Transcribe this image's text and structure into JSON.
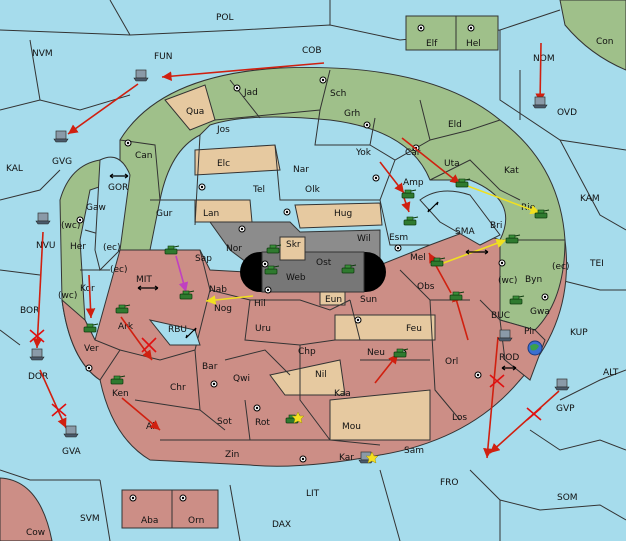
{
  "provinces": {
    "pol": "POL",
    "nvm": "NVM",
    "fun": "FUN",
    "cob": "COB",
    "nom": "NOM",
    "con": "Con",
    "elf": "Elf",
    "hel": "Hel",
    "ovd": "OVD",
    "kal": "KAL",
    "gvg": "GVG",
    "gor": "GOR",
    "kam": "KAM",
    "tei": "TEI",
    "nvu": "NVU",
    "bor": "BOR",
    "dor": "DOR",
    "gva": "GVA",
    "mit": "MIT",
    "rbu": "RBU",
    "buc": "BUC",
    "kup": "KUP",
    "alt": "ALT",
    "rod": "ROD",
    "gvp": "GVP",
    "fro": "FRO",
    "som": "SOM",
    "lit": "LIT",
    "svm": "SVM",
    "dax": "DAX",
    "cow": "Cow",
    "aba": "Aba",
    "orn": "Orn",
    "sma": "SMA",
    "jad": "Jad",
    "sch": "Sch",
    "qua": "Qua",
    "jos": "Jos",
    "grh": "Grh",
    "can": "Can",
    "elc": "Elc",
    "nar": "Nar",
    "yok": "Yok",
    "car": "Car",
    "eld": "Eld",
    "uta": "Uta",
    "kat": "Kat",
    "gur": "Gur",
    "tel": "Tel",
    "olk": "Olk",
    "amp": "Amp",
    "lan": "Lan",
    "hug": "Hug",
    "esm": "Esm",
    "bri": "Bri",
    "rie": "Rie",
    "gaw": "Gaw",
    "her": "Her",
    "nor": "Nor",
    "skr": "Skr",
    "wil": "Wil",
    "sap": "Sap",
    "ost": "Ost",
    "web": "Web",
    "mel": "Mel",
    "byn": "Byn",
    "nab": "Nab",
    "kor": "Kor",
    "obs": "Obs",
    "hil": "Hil",
    "nog": "Nog",
    "eun": "Eun",
    "sun": "Sun",
    "gwa": "Gwa",
    "ark": "Ark",
    "uru": "Uru",
    "feu": "Feu",
    "pir": "Pir",
    "ver": "Ver",
    "bar": "Bar",
    "chp": "Chp",
    "neu": "Neu",
    "orl": "Orl",
    "qwi": "Qwi",
    "nil": "Nil",
    "chr": "Chr",
    "ken": "Ken",
    "kaa": "Kaa",
    "sot": "Sot",
    "rot": "Rot",
    "mou": "Mou",
    "los": "Los",
    "ail": "Ail",
    "zin": "Zin",
    "kar": "Kar",
    "sam": "Sam"
  },
  "coast_tags": {
    "wc1": "(wc)",
    "ec1": "(ec)",
    "ec2": "(ec)",
    "wc2": "(wc)",
    "wc3": "(wc)",
    "ec3": "(ec)"
  },
  "colors": {
    "sea": "#a6dcec",
    "north_power": "#9fc08a",
    "neutral": "#e6c9a0",
    "south_power": "#cc8e86",
    "capital": "#8c8c8c",
    "move": "#d02010",
    "support": "#f0e020",
    "convoy": "#c040c0"
  },
  "icons": {
    "army": "army-icon",
    "fleet": "fleet-icon",
    "supply_center": "supply-center-icon"
  }
}
